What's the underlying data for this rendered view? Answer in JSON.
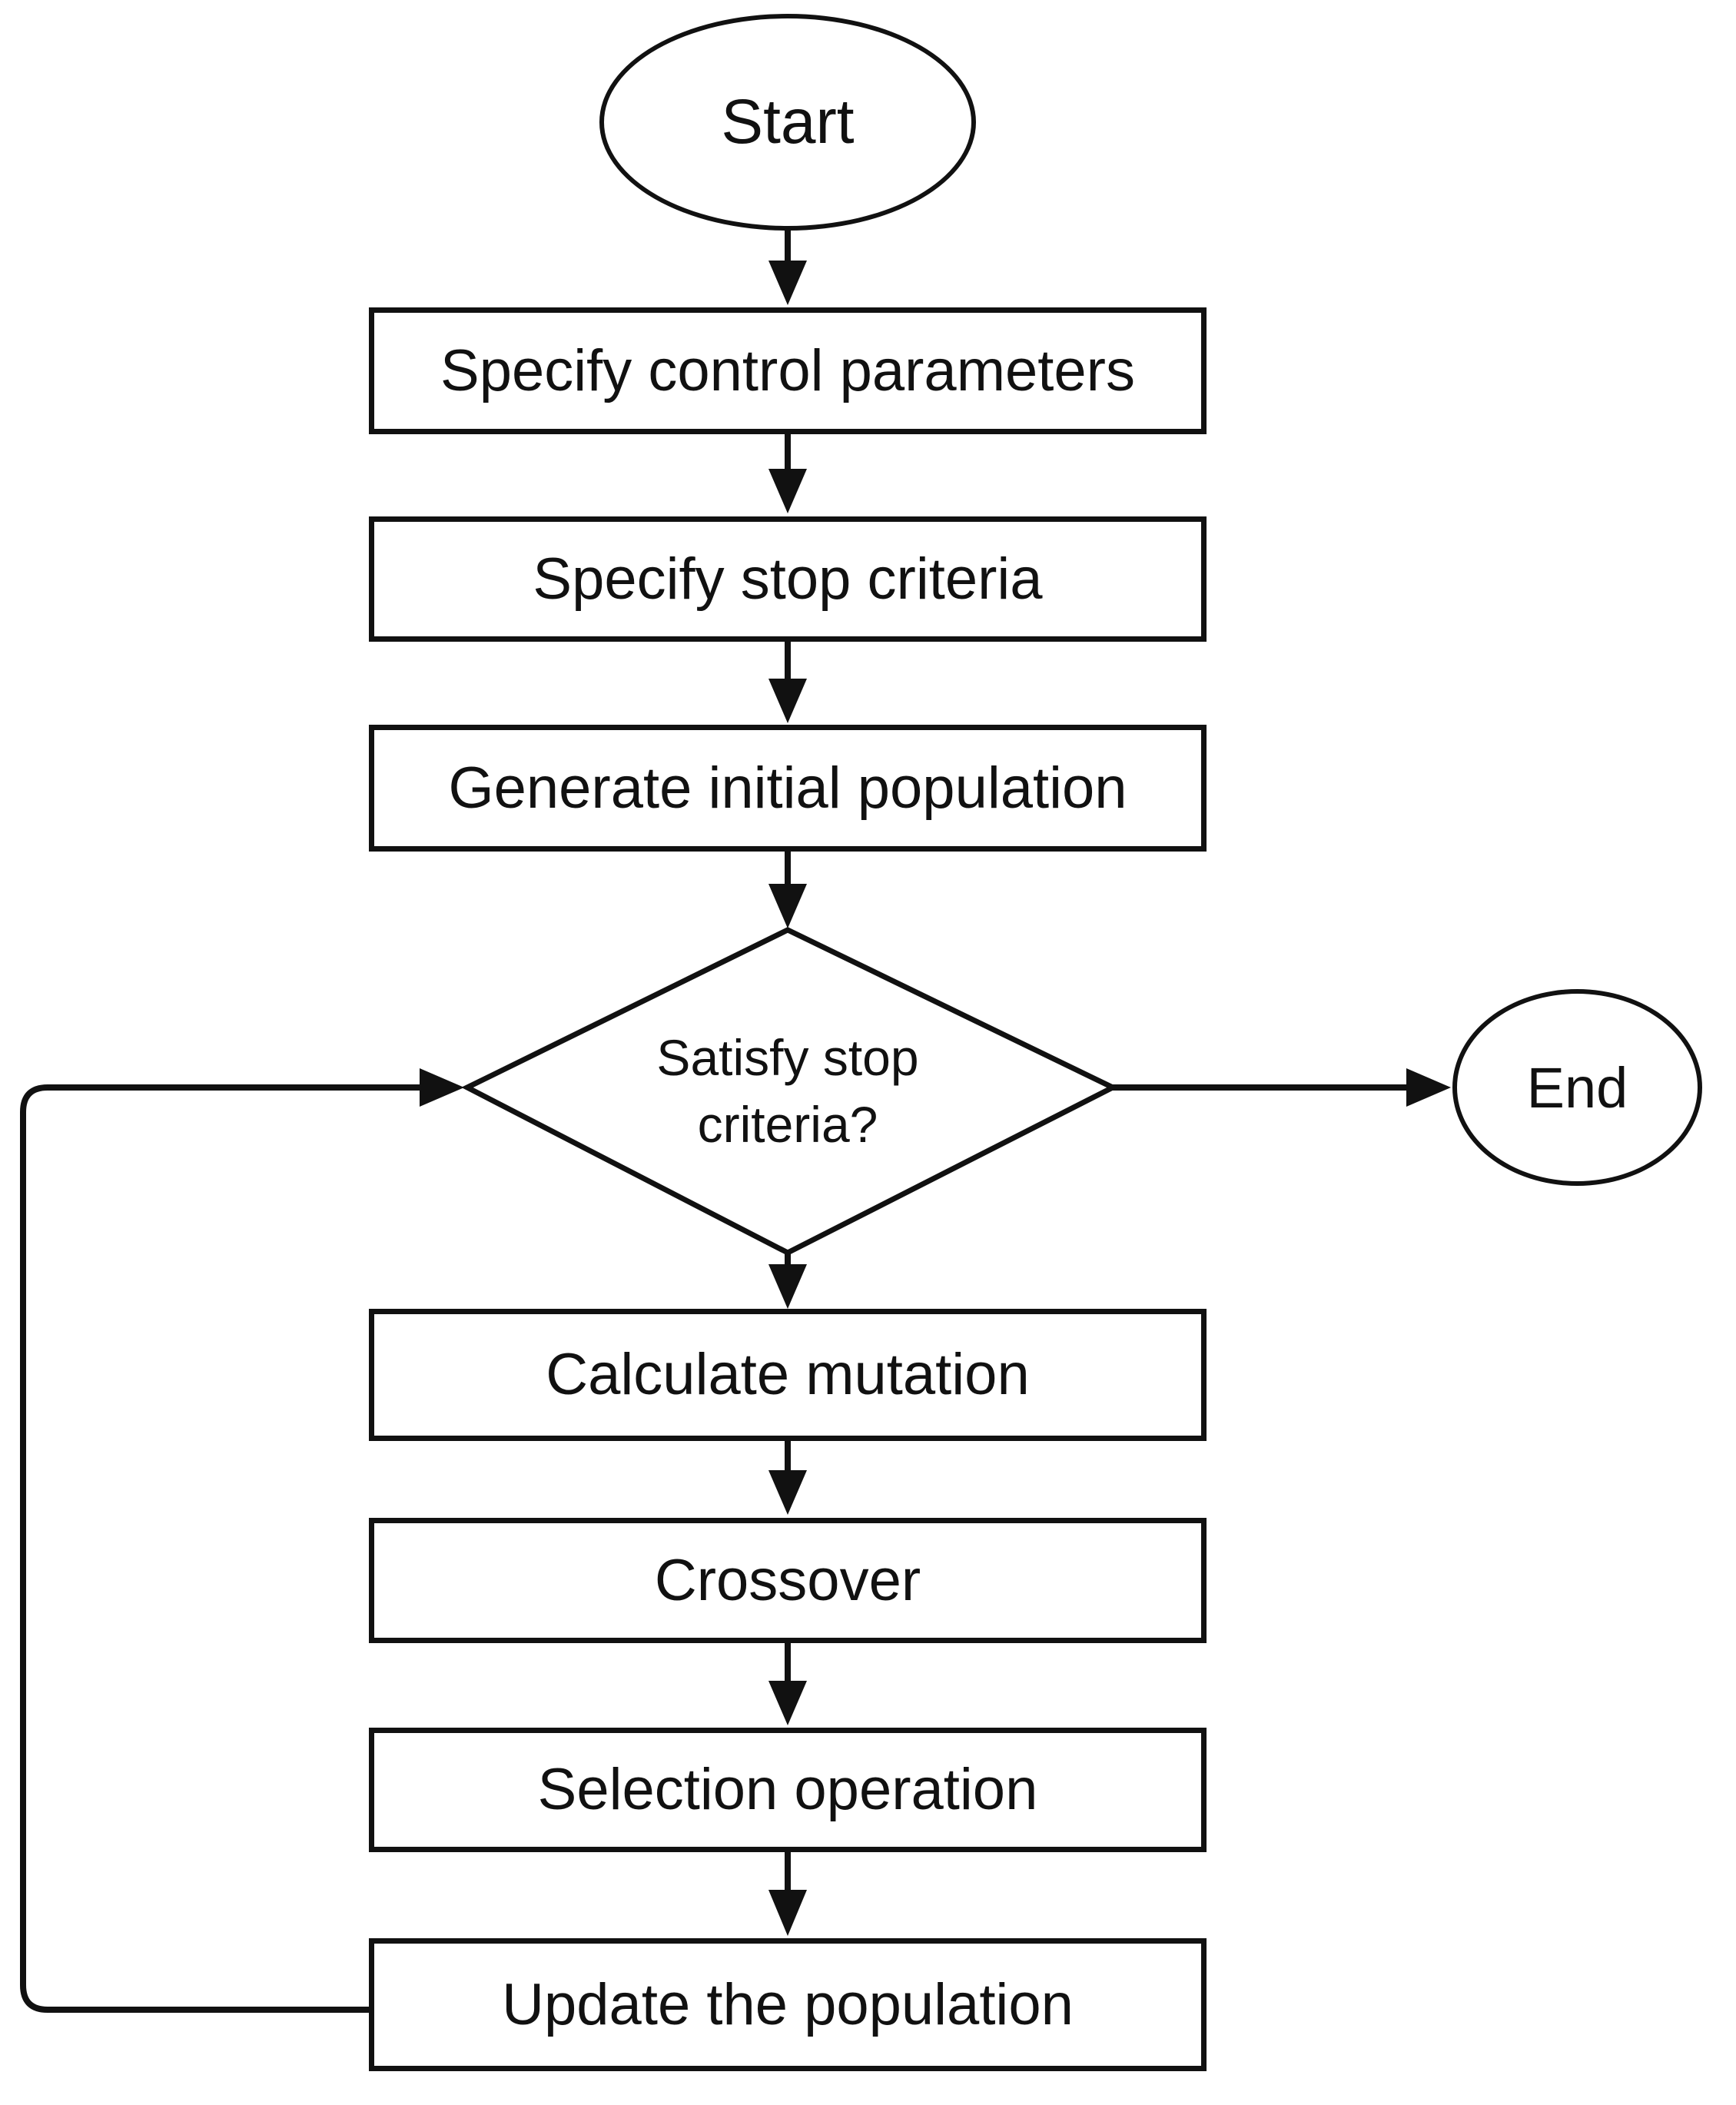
{
  "diagram_type": "flowchart",
  "nodes": {
    "start": {
      "label": "Start",
      "shape": "ellipse"
    },
    "specify_control": {
      "label": "Specify control parameters",
      "shape": "rect"
    },
    "specify_stop": {
      "label": "Specify stop criteria",
      "shape": "rect"
    },
    "generate_population": {
      "label": "Generate initial population",
      "shape": "rect"
    },
    "decision": {
      "label": "Satisfy stop criteria?",
      "line1": "Satisfy stop",
      "line2": "criteria?",
      "shape": "diamond"
    },
    "end": {
      "label": "End",
      "shape": "ellipse"
    },
    "calculate_mutation": {
      "label": "Calculate mutation",
      "shape": "rect"
    },
    "crossover": {
      "label": "Crossover",
      "shape": "rect"
    },
    "selection": {
      "label": "Selection operation",
      "shape": "rect"
    },
    "update_population": {
      "label": "Update the population",
      "shape": "rect"
    }
  },
  "edges": [
    {
      "from": "start",
      "to": "specify_control"
    },
    {
      "from": "specify_control",
      "to": "specify_stop"
    },
    {
      "from": "specify_stop",
      "to": "generate_population"
    },
    {
      "from": "generate_population",
      "to": "decision"
    },
    {
      "from": "decision",
      "to": "end"
    },
    {
      "from": "decision",
      "to": "calculate_mutation"
    },
    {
      "from": "calculate_mutation",
      "to": "crossover"
    },
    {
      "from": "crossover",
      "to": "selection"
    },
    {
      "from": "selection",
      "to": "update_population"
    },
    {
      "from": "update_population",
      "to": "decision",
      "type": "loop-back"
    }
  ],
  "colors": {
    "stroke": "#111111",
    "background": "#ffffff",
    "text": "#111111"
  }
}
